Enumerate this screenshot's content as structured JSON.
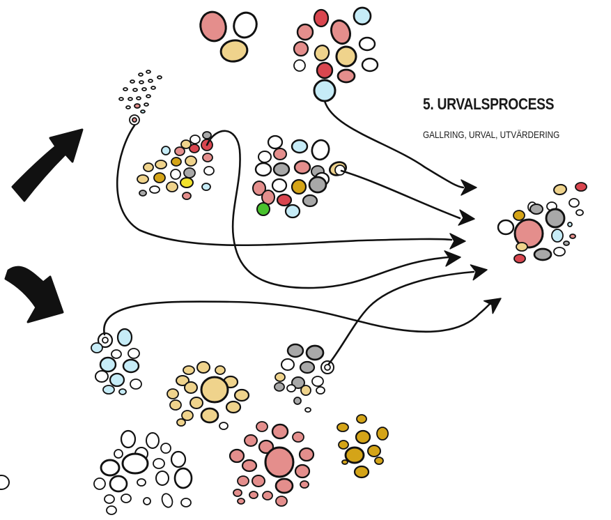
{
  "heading": {
    "title": "5. URVALSPROCESS",
    "subtitle": "GALLRING, URVAL, UTVÄRDERING"
  },
  "colors": {
    "ink": "#111111",
    "pink": "#e48e8c",
    "red": "#d9464f",
    "yellow": "#efd38c",
    "bright_yellow": "#f1e22c",
    "ochre": "#d4a418",
    "gray": "#a8a8a8",
    "light_blue": "#c6ecf7",
    "green": "#49c22d",
    "white": "#ffffff"
  },
  "icons": [
    "big-arrow-up-right",
    "big-arrow-down-right",
    "arrow-head",
    "dot-cluster"
  ]
}
